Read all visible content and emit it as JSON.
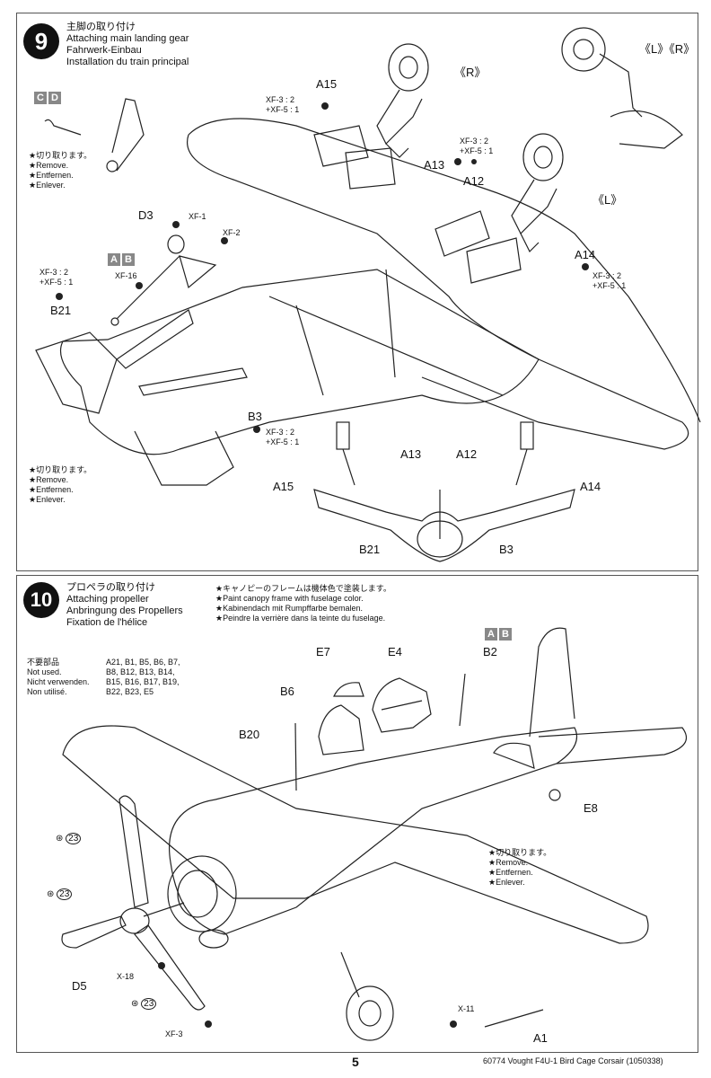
{
  "step9": {
    "number": "9",
    "title_jp": "主脚の取り付け",
    "title_en": "Attaching main landing gear",
    "title_de": "Fahrwerk-Einbau",
    "title_fr": "Installation du train principal",
    "sprue_cd": [
      "C",
      "D"
    ],
    "sprue_ab": [
      "A",
      "B"
    ],
    "remove_note": [
      "★切り取ります。",
      "★Remove.",
      "★Entfernen.",
      "★Enlever."
    ],
    "remove_note2": [
      "★切り取ります。",
      "★Remove.",
      "★Entfernen.",
      "★Enlever."
    ],
    "labels": {
      "a15": "A15",
      "r": "《R》",
      "lr": "《L》《R》",
      "a13": "A13",
      "a12": "A12",
      "l": "《L》",
      "d3": "D3",
      "a14": "A14",
      "b21": "B21",
      "b3": "B3",
      "a13b": "A13",
      "a12b": "A12",
      "a15b": "A15",
      "a14b": "A14",
      "b21b": "B21",
      "b3b": "B3"
    },
    "paints": {
      "a15": [
        "XF-3 : 2",
        "+XF-5 : 1"
      ],
      "a13": [
        "XF-3 : 2",
        "+XF-5 : 1"
      ],
      "xf1": "XF-1",
      "xf2": "XF-2",
      "xf16": "XF-16",
      "b21": [
        "XF-3 : 2",
        "+XF-5 : 1"
      ],
      "a14": [
        "XF-3 : 2",
        "+XF-5 : 1"
      ],
      "b3": [
        "XF-3 : 2",
        "+XF-5 : 1"
      ]
    }
  },
  "step10": {
    "number": "10",
    "title_jp": "プロペラの取り付け",
    "title_en": "Attaching propeller",
    "title_de": "Anbringung des Propellers",
    "title_fr": "Fixation de l'hélice",
    "canopy_note": [
      "★キャノピーのフレームは機体色で塗装します。",
      "★Paint canopy frame with fuselage color.",
      "★Kabinendach mit Rumpffarbe bemalen.",
      "★Peindre la verrière dans la teinte du fuselage."
    ],
    "not_used": {
      "jp": "不要部品",
      "en": "Not used.",
      "de": "Nicht verwenden.",
      "fr": "Non utilisé.",
      "parts": [
        "A21, B1, B5, B6, B7,",
        "B8, B12, B13, B14,",
        "B15, B16, B17, B19,",
        "B22, B23, E5"
      ]
    },
    "sprue_ab": [
      "A",
      "B"
    ],
    "remove_note": [
      "★切り取ります。",
      "★Remove.",
      "★Entfernen.",
      "★Enlever."
    ],
    "labels": {
      "e7": "E7",
      "e4": "E4",
      "b2": "B2",
      "b6": "B6",
      "b20": "B20",
      "e8": "E8",
      "d5": "D5",
      "a1": "A1",
      "screw1": "23",
      "screw2": "23",
      "screw3": "23"
    },
    "paints": {
      "x18": "X-18",
      "xf3": "XF-3",
      "x11": "X-11"
    }
  },
  "footer": {
    "page": "5",
    "text": "60774  Vought F4U-1 Bird Cage Corsair (1050338)"
  }
}
